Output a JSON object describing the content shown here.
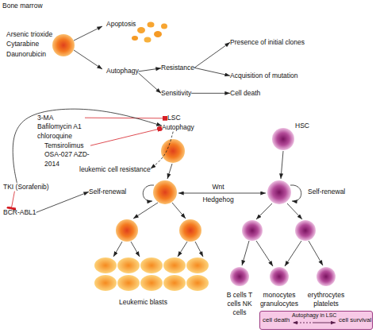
{
  "diagram": {
    "title": "Bone marrow",
    "nodes": [
      {
        "text": [
          "Arsenic trioxide Cytarabine Daunorubicin"
        ]
      },
      {
        "text": [
          "Apoptosis"
        ]
      },
      {
        "text": [
          "Autophagy"
        ]
      },
      {
        "text": [
          "Resistance"
        ]
      },
      {
        "text": [
          "Presence of initial clones"
        ]
      },
      {
        "text": [
          "Acquisition of mutation"
        ]
      },
      {
        "text": [
          "Sensitivity"
        ]
      },
      {
        "text": [
          "Cell death"
        ]
      },
      {
        "text": [
          "3-MA Bafilomycin A1 chloroquine"
        ]
      },
      {
        "text": [
          "LSC"
        ]
      },
      {
        "text": [
          "Autophagy"
        ]
      },
      {
        "text": [
          "Temsirolimus OSA-027 AZD-2014"
        ]
      },
      {
        "text": [
          "leukemic cell resistance"
        ]
      },
      {
        "text": [
          "TKI (Sorafenib)"
        ]
      },
      {
        "text": [
          "BCR-ABL1"
        ]
      },
      {
        "text": [
          "Self-renewal"
        ]
      },
      {
        "text": [
          "cell death",
          "Autophagy in LSC",
          "cell survival"
        ]
      }
    ],
    "edges": [
      {
        "from": 2,
        "to": 3,
        "arrow": "to"
      },
      {
        "from": 2,
        "to": 6,
        "arrow": "to"
      },
      {
        "from": 3,
        "to": 4,
        "arrow": "to"
      },
      {
        "from": 3,
        "to": 5,
        "arrow": "to"
      },
      {
        "from": 6,
        "to": 7,
        "arrow": "to"
      },
      {
        "from": 8,
        "to": 9,
        "arrow": "to"
      },
      {
        "from": 11,
        "to": 10,
        "arrow": "to"
      },
      {
        "from": 10,
        "to": 12,
        "arrow": "to"
      },
      {
        "from": 13,
        "to": 10,
        "arrow": "to"
      },
      {
        "from": 13,
        "to": 14,
        "arrow": "to"
      },
      {
        "from": 14,
        "to": 15,
        "arrow": "to"
      }
    ],
    "labels": [
      "Wnt Hedgehog",
      "HSC",
      "Self-renewal",
      "Leukemic blasts",
      "B cells T cells NK cells",
      "monocytes granulocytes",
      "erythrocytes platelets"
    ]
  }
}
